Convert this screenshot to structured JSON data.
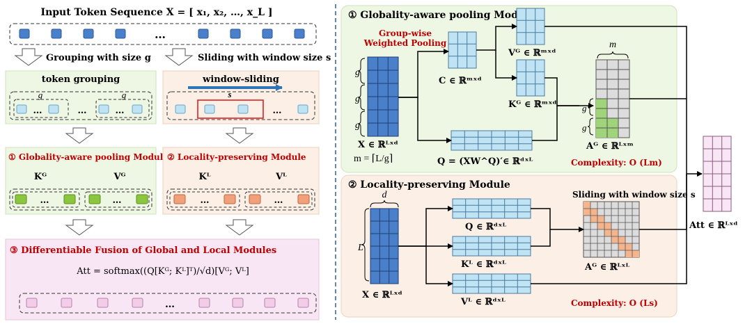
{
  "left": {
    "input_title": "Input Token Sequence X = [ x₁, x₂, …, x_L ]",
    "ellipsis": "…",
    "grouping_label": "Grouping with size g",
    "sliding_label": "Sliding with window size s",
    "token_grouping_title": "token grouping",
    "group_size_label": "g",
    "window_sliding_title": "window-sliding",
    "window_size_label": "s",
    "globality_module_title": "① Globality-aware pooling Module",
    "kg_label": "Kᴳ",
    "vg_label": "Vᴳ",
    "locality_module_title": "② Locality-preserving Module",
    "kl_label": "Kᴸ",
    "vl_label": "Vᴸ",
    "fusion_title": "③ Differentiable Fusion of Global and Local Modules",
    "fusion_formula": "Att = softmax((Q[Kᴳ; Kᴸ]ᵀ)/√d)[Vᴳ; Vᴸ]"
  },
  "right_top": {
    "title": "① Globality-aware pooling Module",
    "pooling_label_line1": "Group-wise",
    "pooling_label_line2": "Weighted Pooling",
    "g_brace": "g",
    "c_label": "C ∈ ℝᵐˣᵈ",
    "vg_label": "Vᴳ ∈ ℝᵐˣᵈ",
    "kg_label": "Kᴳ ∈ ℝᵐˣᵈ",
    "m_label": "m",
    "x_label": "X ∈ ℝᴸˣᵈ",
    "m_def": "m = ⌈L/g⌉",
    "q_label": "Q = (XW^Q)′∈ ℝᵈˣᴸ",
    "ag_label": "Aᴳ ∈ ℝᴸˣᵐ",
    "complexity": "Complexity: O (Lm)"
  },
  "right_bottom": {
    "title": "② Locality-preserving Module",
    "d_label": "d",
    "l_label": "L",
    "x_label": "X ∈ ℝᴸˣᵈ",
    "q_label": "Q ∈ ℝᵈˣᴸ",
    "kl_label": "Kᴸ ∈ ℝᵈˣᴸ",
    "vl_label": "Vᴸ ∈ ℝᵈˣᴸ",
    "sliding_label": "Sliding with window size s",
    "ag_label": "Aᴳ ∈ ℝᴸˣᴸ",
    "complexity": "Complexity: O (Ls)"
  },
  "output": {
    "att_label": "Att ∈ ℝᴸˣᵈ"
  },
  "colors": {
    "token_blue": "#4a7fc9",
    "light_blue": "#bfe3f2",
    "green_token": "#8cc63f",
    "orange_token": "#f0a07a",
    "pink_token": "#f2cce8",
    "green_bg": "#eef6e4",
    "orange_bg": "#fbefe6",
    "pink_bg": "#f8e6f4",
    "red_text": "#c00000",
    "dashed_divider": "#2f5fa8"
  }
}
